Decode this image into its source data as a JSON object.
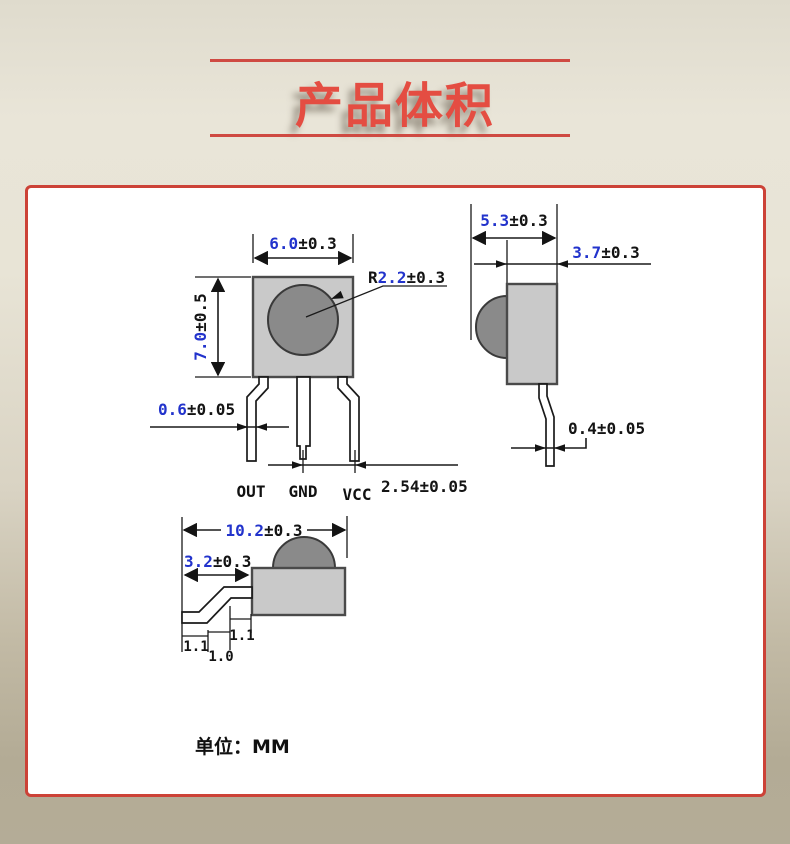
{
  "header": {
    "title": "产品体积"
  },
  "panel": {
    "front_view": {
      "width": {
        "value": "6.0",
        "tol": "±0.3"
      },
      "height": {
        "value": "7.0",
        "tol": "±0.5"
      },
      "dome_radius": {
        "prefix": "R",
        "value": "2.2",
        "tol": "±0.3"
      },
      "lead_width": {
        "value": "0.6",
        "tol": "±0.05"
      },
      "lead_pitch": {
        "value": "2.54",
        "tol": "±0.05"
      },
      "pin_labels": [
        "OUT",
        "GND",
        "VCC"
      ]
    },
    "side_view": {
      "depth_total": {
        "value": "5.3",
        "tol": "±0.3"
      },
      "depth_body": {
        "value": "3.7",
        "tol": "±0.3"
      },
      "lead_thickness": {
        "value": "0.4",
        "tol": "±0.05"
      }
    },
    "top_view": {
      "length_total": {
        "value": "10.2",
        "tol": "±0.3"
      },
      "lead_length": {
        "value": "3.2",
        "tol": "±0.3"
      },
      "chain": [
        "1.1",
        "1.0",
        "1.1"
      ]
    },
    "unit_note": "单位：MM"
  },
  "colors": {
    "accent_red": "#cf4a42",
    "title_red": "#e44d42",
    "dimension_blue": "#2233cc",
    "line_black": "#1a1a1a",
    "body_gray": "#c9c9c9",
    "dome_gray": "#8a8a8a",
    "background_top": "#e9e5d8",
    "background_bottom": "#b3ab95"
  }
}
